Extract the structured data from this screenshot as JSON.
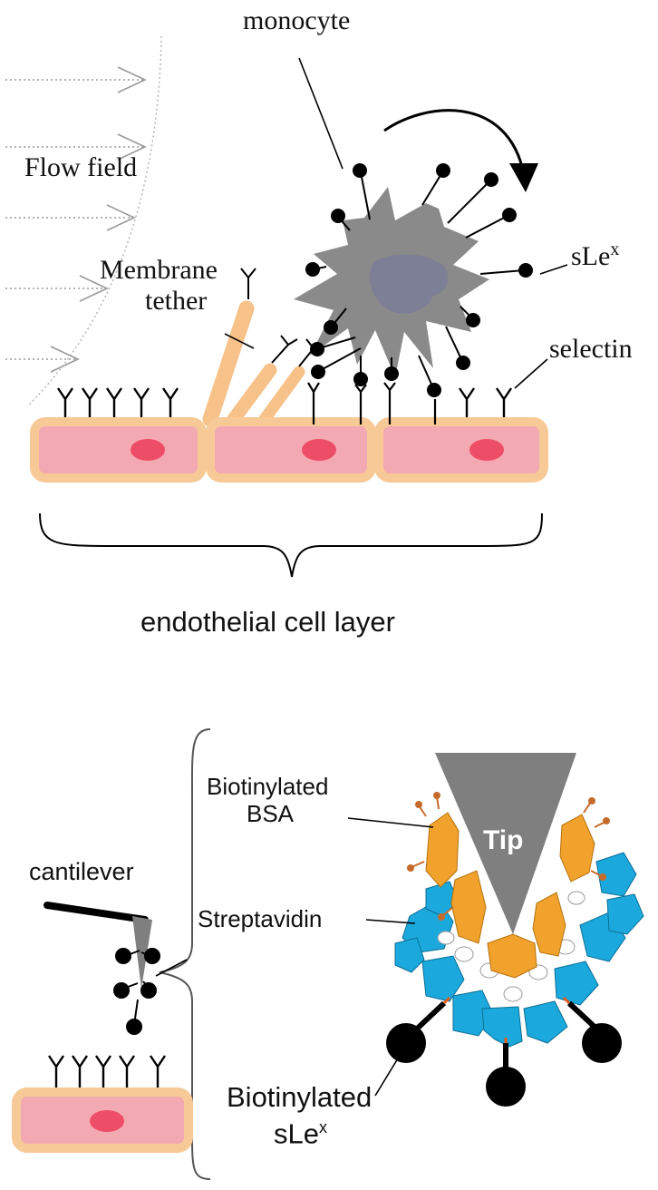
{
  "top_panel": {
    "monocyte_label": "monocyte",
    "flow_label": "Flow field",
    "tether_label_line1": "Membrane",
    "tether_label_line2": "tether",
    "slex_label_main": "sLe",
    "slex_label_sup": "x",
    "selectin_label": "selectin",
    "layer_label": "endothelial cell layer"
  },
  "bottom_panel": {
    "cantilever_label": "cantilever",
    "bsa_label_line1": "Biotinylated",
    "bsa_label_line2": "BSA",
    "strep_label": "Streptavidin",
    "tip_label": "Tip",
    "slex_label_line1": "Biotinylated",
    "slex_label_main": "sLe",
    "slex_label_sup": "x"
  },
  "colors": {
    "cell_fill": "#f3a9b1",
    "cell_border": "#f7c996",
    "nucleus": "#ee4d67",
    "tether": "#f7c28a",
    "monocyte": "#8a8a8a",
    "monocyte_nucleus": "#7c7f95",
    "tip": "#7f7f7f",
    "bsa": "#f0a22c",
    "streptavidin": "#1ba9dd",
    "ink": "#000000",
    "flow_arrow": "#9a9a9a"
  }
}
